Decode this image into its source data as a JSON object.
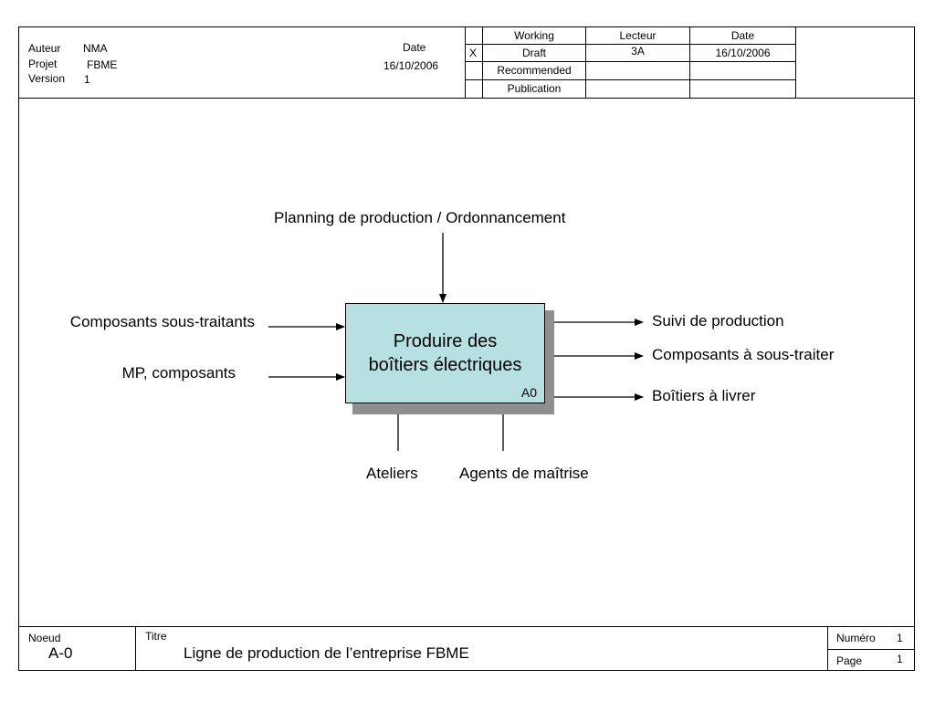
{
  "header": {
    "author_label": "Auteur",
    "author_value": "NMA",
    "project_label": "Projet",
    "project_value": "FBME",
    "version_label": "Version",
    "version_value": "1",
    "date_label": "Date",
    "date_value": "16/10/2006",
    "status_mark": "X",
    "status_options": [
      "Working",
      "Draft",
      "Recommended",
      "Publication"
    ],
    "reader_label": "Lecteur",
    "reader_value": "3A",
    "reader_date_label": "Date",
    "reader_date_value": "16/10/2006"
  },
  "diagram": {
    "activity_title_line1": "Produire des",
    "activity_title_line2": "boîtiers électriques",
    "activity_code": "A0",
    "control": "Planning de production / Ordonnancement",
    "inputs": [
      "Composants sous-traitants",
      "MP, composants"
    ],
    "outputs": [
      "Suivi de production",
      "Composants à sous-traiter",
      "Boîtiers à livrer"
    ],
    "mechanisms": [
      "Ateliers",
      "Agents de maîtrise"
    ]
  },
  "footer": {
    "node_label": "Noeud",
    "node_value": "A-0",
    "title_label": "Titre",
    "title_value": "Ligne de production de l’entreprise FBME",
    "number_label": "Numéro",
    "number_value": "1",
    "page_label": "Page",
    "page_value": "1"
  }
}
